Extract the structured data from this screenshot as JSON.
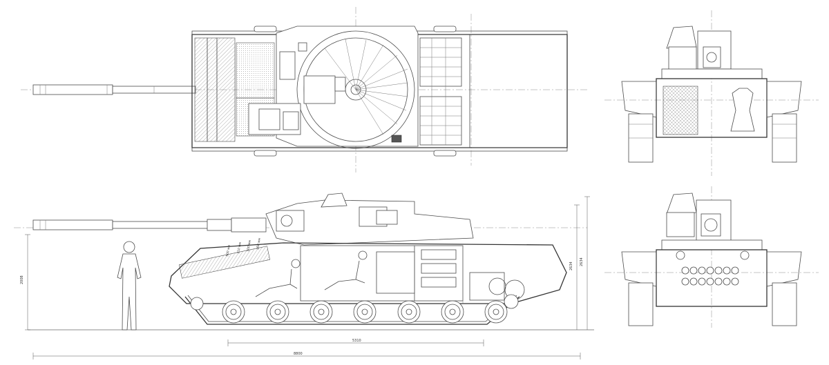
{
  "drawing": {
    "views": [
      "top-view",
      "side-view",
      "front-section-view",
      "rear-section-view"
    ],
    "dimensions": {
      "overall_length": "8800",
      "track_length": "5310",
      "human_height": "2008",
      "hull_height": "2634",
      "overall_height": "2634"
    },
    "armor_callouts": [
      "500 мм",
      "310 мм",
      "300 мм",
      "260 мм"
    ],
    "colors": {
      "line": "#4a4a4a",
      "background": "#ffffff"
    }
  }
}
